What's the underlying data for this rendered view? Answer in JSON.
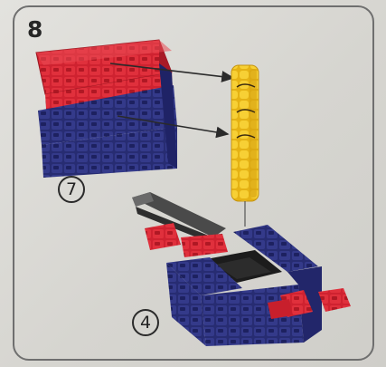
{
  "step": {
    "number": "8"
  },
  "callouts": {
    "upper_part": "7",
    "lower_part": "4"
  },
  "colors": {
    "red": "#c8202e",
    "navy": "#2b2f7a",
    "yellow": "#f2c21a",
    "black": "#222222",
    "gray": "#555555",
    "frame": "#6f6f6f"
  }
}
